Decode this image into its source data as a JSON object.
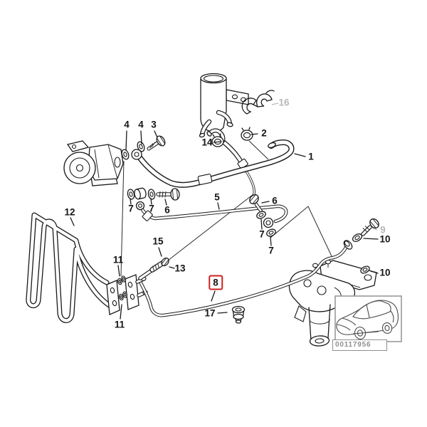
{
  "diagram": {
    "background_color": "#ffffff",
    "line_color": "#1a1a1a",
    "highlight_color": "#cc2222",
    "gray_label_color": "#b8b8b8",
    "image_id": "00117956",
    "labels": [
      {
        "text": "1",
        "style": "normal"
      },
      {
        "text": "2",
        "style": "normal"
      },
      {
        "text": "3",
        "style": "normal"
      },
      {
        "text": "4",
        "style": "normal"
      },
      {
        "text": "4",
        "style": "normal"
      },
      {
        "text": "5",
        "style": "normal"
      },
      {
        "text": "6",
        "style": "normal"
      },
      {
        "text": "6",
        "style": "normal"
      },
      {
        "text": "7",
        "style": "normal"
      },
      {
        "text": "7",
        "style": "normal"
      },
      {
        "text": "7",
        "style": "normal"
      },
      {
        "text": "7",
        "style": "normal"
      },
      {
        "text": "8",
        "style": "highlight"
      },
      {
        "text": "9",
        "style": "gray"
      },
      {
        "text": "10",
        "style": "normal"
      },
      {
        "text": "10",
        "style": "normal"
      },
      {
        "text": "11",
        "style": "normal"
      },
      {
        "text": "11",
        "style": "normal"
      },
      {
        "text": "12",
        "style": "normal"
      },
      {
        "text": "13",
        "style": "normal"
      },
      {
        "text": "14",
        "style": "normal"
      },
      {
        "text": "15",
        "style": "normal"
      },
      {
        "text": "16",
        "style": "gray"
      },
      {
        "text": "17",
        "style": "normal"
      }
    ]
  }
}
